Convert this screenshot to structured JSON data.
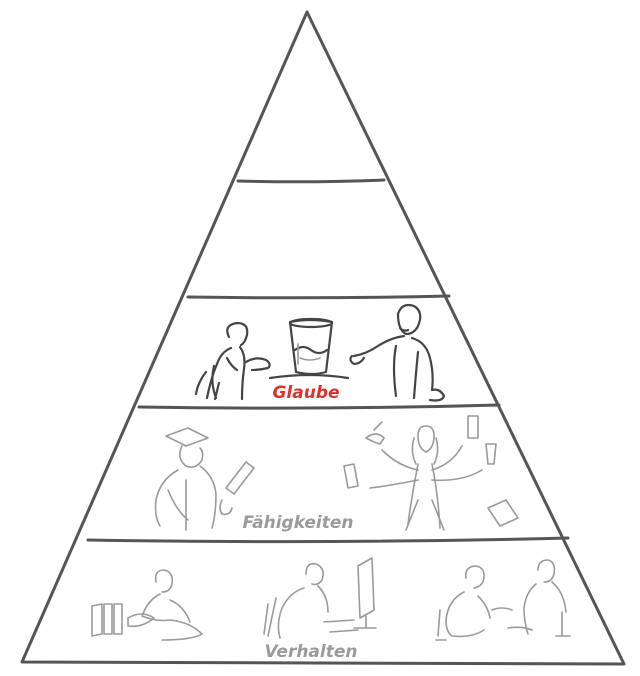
{
  "pyramid": {
    "levels": [
      {
        "id": "top",
        "label": ""
      },
      {
        "id": "second",
        "label": ""
      },
      {
        "id": "belief",
        "label": "Glaube"
      },
      {
        "id": "skills",
        "label": "Fähigkeiten"
      },
      {
        "id": "behavior",
        "label": "Verhalten"
      }
    ]
  },
  "colors": {
    "outline": "#555555",
    "highlight_label": "#d9342b",
    "muted_label": "#9a9a9a",
    "sketch_dark": "#444444",
    "sketch_light": "#a0a0a0"
  },
  "icons": {
    "belief": [
      "skeptic-person-icon",
      "glass-of-water-icon",
      "explaining-person-icon"
    ],
    "skills": [
      "graduate-with-diploma-icon",
      "multitasking-person-icon"
    ],
    "behavior": [
      "reading-person-icon",
      "computer-worker-icon",
      "conversation-pair-icon"
    ]
  }
}
